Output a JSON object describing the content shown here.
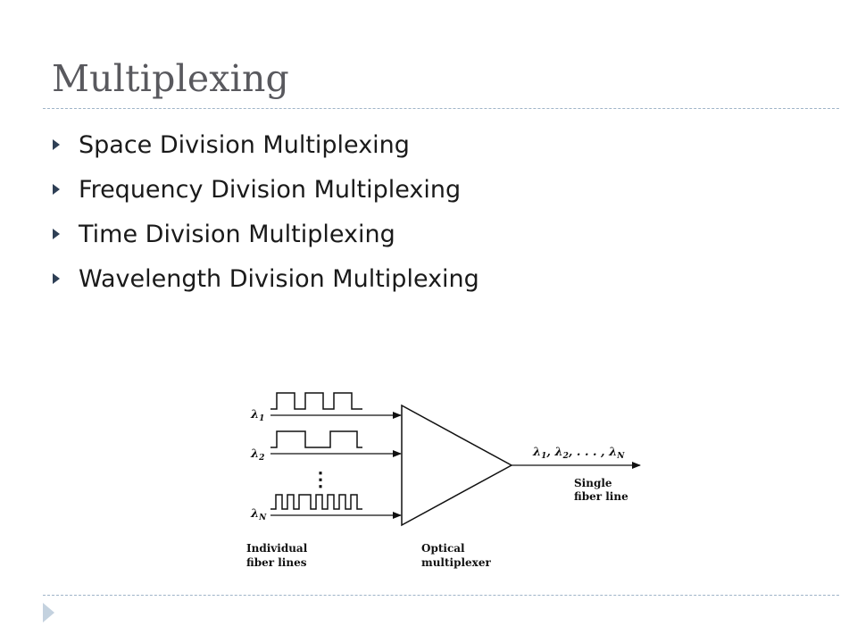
{
  "slide": {
    "title": "Multiplexing",
    "bullets": [
      "Space Division Multiplexing",
      "Frequency Division Multiplexing",
      "Time Division Multiplexing",
      "Wavelength Division Multiplexing"
    ]
  },
  "diagram": {
    "inputs": [
      {
        "symbol": "λ",
        "subscript": "1"
      },
      {
        "symbol": "λ",
        "subscript": "2"
      },
      {
        "symbol": "λ",
        "subscript": "N"
      }
    ],
    "ellipsis": "⋮",
    "output_label": "λ1, λ2, . . . , λN",
    "output_symbol": "λ",
    "output_parts": {
      "sub1": "1",
      "sub2": "2",
      "subN": "N",
      "sep": ", ",
      "dots": ". . . ,"
    },
    "output_caption": {
      "line1": "Single",
      "line2": "fiber line"
    },
    "input_caption": {
      "line1": "Individual",
      "line2": "fiber lines"
    },
    "device_caption": {
      "line1": "Optical",
      "line2": "multiplexer"
    }
  },
  "colors": {
    "title": "#59595e",
    "bullet": "#2e3f55",
    "rule": "#9fb4c8",
    "footer_icon": "#c4d2df"
  },
  "icons": {
    "bullet": "triangle-right-icon",
    "footer": "triangle-right-icon"
  }
}
